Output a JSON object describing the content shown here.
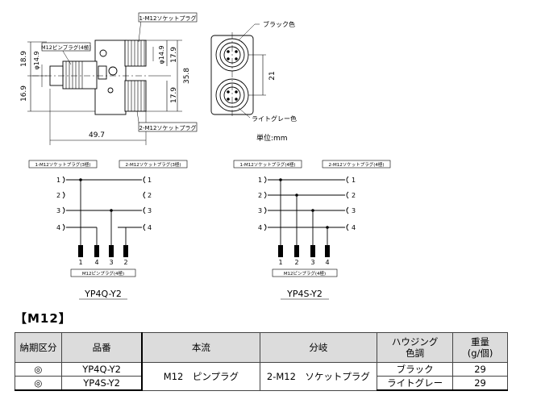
{
  "drawing": {
    "top_callout": "1-M12ソケットプラグ",
    "bottom_callout": "2-M12ソケットプラグ",
    "pin_plug_callout": "M12ピンプラグ(4極)",
    "black_label": "ブラック色",
    "lightgray_label": "ライトグレー色",
    "unit_label": "単位:mm",
    "dim_18_9": "18.9",
    "dim_16_9": "16.9",
    "dim_phi14_9_left": "φ14.9",
    "dim_phi14_9_right": "φ14.9",
    "dim_17_9_top": "17.9",
    "dim_17_9_bottom": "17.9",
    "dim_35_8": "35.8",
    "dim_49_7": "49.7",
    "dim_21": "21"
  },
  "wiring": [
    {
      "socket1_label": "1-M12ソケットプラグ(3極)",
      "socket2_label": "2-M12ソケットプラグ(3極)",
      "left_pins": [
        "1",
        "2",
        "3",
        "4"
      ],
      "right_pins": [
        "1",
        "2",
        "3",
        "4"
      ],
      "bottom_pins": [
        "1",
        "4",
        "3",
        "2"
      ],
      "pin_plug_label": "M12ピンプラグ(4極)",
      "model": "YP4Q-Y2"
    },
    {
      "socket1_label": "1-M12ソケットプラグ(4極)",
      "socket2_label": "2-M12ソケットプラグ(4極)",
      "left_pins": [
        "1",
        "2",
        "3",
        "4"
      ],
      "right_pins": [
        "1",
        "2",
        "3",
        "4"
      ],
      "bottom_pins": [
        "1",
        "2",
        "3",
        "4"
      ],
      "pin_plug_label": "M12ピンプラグ(4極)",
      "model": "YP4S-Y2"
    }
  ],
  "section_title": "【M12】",
  "table": {
    "headers": {
      "delivery": "納期区分",
      "part_no": "品番",
      "main": "本流",
      "branch": "分岐",
      "housing": [
        "ハウジング",
        "色調"
      ],
      "weight": [
        "重量",
        "(g/個)"
      ]
    },
    "main_value": "M12　ピンプラグ",
    "branch_value": "2-M12　ソケットプラグ",
    "rows": [
      {
        "delivery": "◎",
        "part_no": "YP4Q-Y2",
        "housing": "ブラック",
        "weight": "29"
      },
      {
        "delivery": "◎",
        "part_no": "YP4S-Y2",
        "housing": "ライトグレー",
        "weight": "29"
      }
    ]
  }
}
